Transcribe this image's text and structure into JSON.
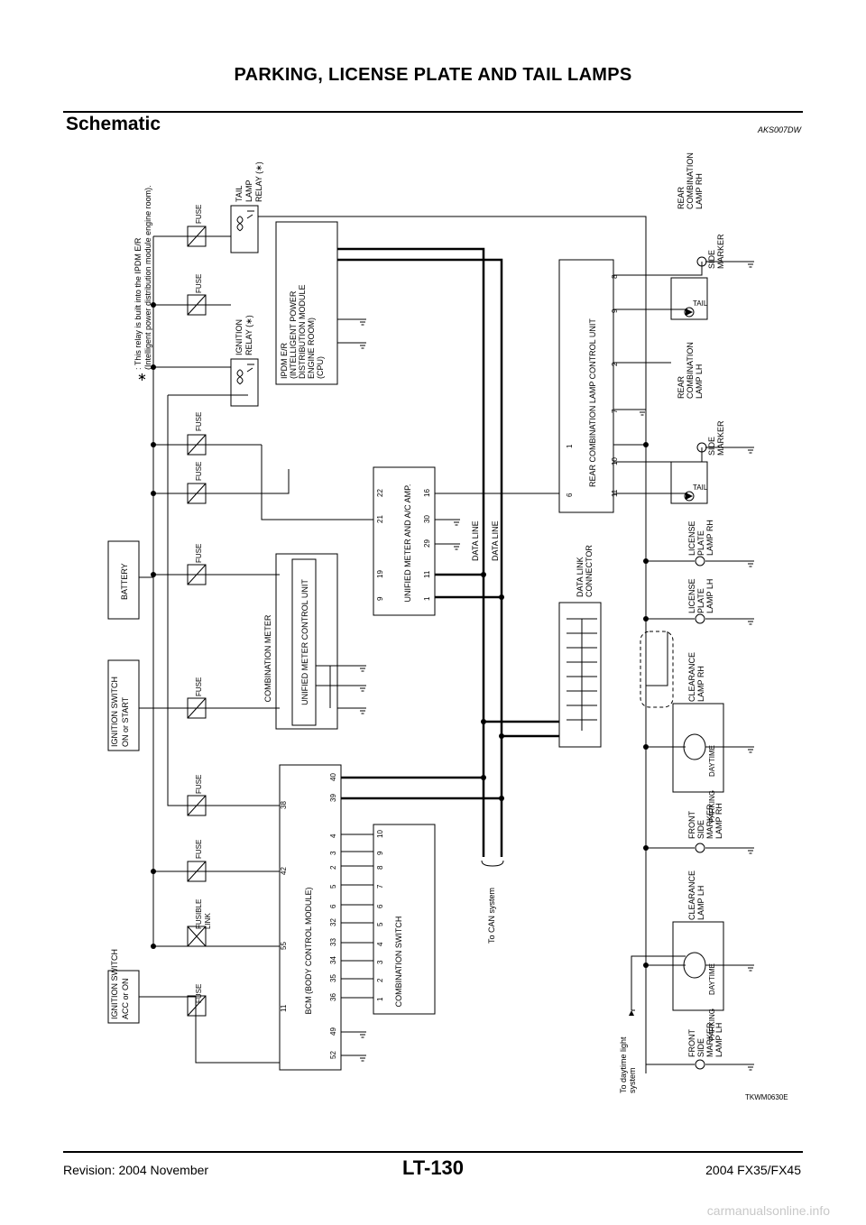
{
  "header": {
    "title": "PARKING, LICENSE PLATE AND TAIL LAMPS"
  },
  "section": {
    "title": "Schematic",
    "code": "AKS007DW"
  },
  "footer": {
    "revision": "Revision: 2004 November",
    "page": "LT-130",
    "model": "2004 FX35/FX45"
  },
  "watermark": "carmanualsonline.info",
  "diagram": {
    "id": "TKWM0630E",
    "note_mark": "∗",
    "note_line1": ": This relay is built into the IPDM E/R",
    "note_line2": "(Intelligent power distribution module engine room).",
    "sources": {
      "ign_acc": [
        "IGNITION SWITCH",
        "ACC or ON"
      ],
      "ign_on": [
        "IGNITION SWITCH",
        "ON or START"
      ],
      "battery": "BATTERY"
    },
    "fuse_label": "FUSE",
    "fusible_link": [
      "FUSIBLE",
      "LINK"
    ],
    "relays": {
      "ignition": [
        "IGNITION",
        "RELAY (∗)"
      ],
      "tail": [
        "TAIL",
        "LAMP",
        "RELAY (∗)"
      ]
    },
    "ipdm": [
      "IPDM E/R",
      "(INTELLIGENT POWER",
      "DISTRIBUTION MODULE",
      "ENGINE ROOM)",
      "(CPU)"
    ],
    "bcm": {
      "label": "BCM (BODY CONTROL MODULE)",
      "top_pins": [
        "11",
        "55",
        "42",
        "38"
      ],
      "bottom_pins": [
        "52",
        "49",
        "36",
        "35",
        "34",
        "33",
        "32",
        "6",
        "5",
        "2",
        "3",
        "4",
        "39",
        "40"
      ]
    },
    "combination_switch": {
      "label": "COMBINATION SWITCH",
      "pins": [
        "1",
        "2",
        "3",
        "4",
        "5",
        "6",
        "7",
        "8",
        "9",
        "10"
      ]
    },
    "combination_meter": {
      "label": "COMBINATION METER",
      "unit": "UNIFIED METER CONTROL UNIT"
    },
    "unified_meter": {
      "label": "UNIFIED METER AND A/C AMP.",
      "top_pins": [
        "9",
        "19",
        "21",
        "22"
      ],
      "bottom_pins": [
        "1",
        "11",
        "29",
        "30",
        "16"
      ]
    },
    "data_line_label": "DATA LINE",
    "can_label": "To CAN system",
    "data_link": [
      "DATA LINK",
      "CONNECTOR"
    ],
    "rear_unit": {
      "label": "REAR COMBINATION LAMP CONTROL UNIT",
      "top_pins": [
        "6",
        "1"
      ],
      "bottom_pins": [
        "11",
        "10",
        "7",
        "2",
        "9",
        "8"
      ]
    },
    "lamps": {
      "front_side_lh": [
        "FRONT",
        "SIDE",
        "MARKER",
        "LAMP LH"
      ],
      "clearance_lh": [
        "CLEARANCE",
        "LAMP LH"
      ],
      "front_side_rh": [
        "FRONT",
        "SIDE",
        "MARKER",
        "LAMP RH"
      ],
      "clearance_rh": [
        "CLEARANCE",
        "LAMP RH"
      ],
      "license_lh": [
        "LICENSE",
        "PLATE",
        "LAMP LH"
      ],
      "license_rh": [
        "LICENSE",
        "PLATE",
        "LAMP RH"
      ],
      "rear_lh": [
        "REAR",
        "COMBINATION",
        "LAMP LH"
      ],
      "rear_rh": [
        "REAR",
        "COMBINATION",
        "LAMP RH"
      ],
      "tail": "TAIL",
      "side_marker": [
        "SIDE",
        "MARKER"
      ],
      "parking": "PARKING",
      "daytime": "DAYTIME"
    },
    "daytime_light": [
      "To daytime light",
      "system"
    ]
  }
}
